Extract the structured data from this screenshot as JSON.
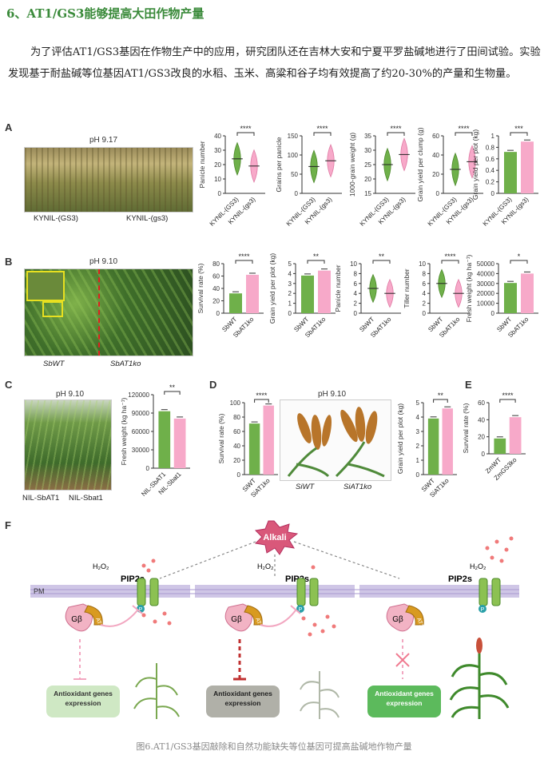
{
  "heading": "6、AT1/GS3能够提高大田作物产量",
  "paragraph": "为了评估AT1/GS3基因在作物生产中的应用，研究团队还在吉林大安和宁夏平罗盐碱地进行了田间试验。实验发现基于耐盐碱等位基因AT1/GS3改良的水稻、玉米、高粱和谷子均有效提高了约20-30%的产量和生物量。",
  "panels": {
    "A": {
      "label": "A",
      "ph": "pH 9.17",
      "left_caption": "KYNIL-(GS3)",
      "right_caption": "KYNIL-(gs3)"
    },
    "B": {
      "label": "B",
      "ph": "pH 9.10",
      "left_caption": "SbWT",
      "right_caption": "SbAT1ko"
    },
    "C": {
      "label": "C",
      "ph": "pH 9.10",
      "left_caption": "NIL-SbAT1",
      "right_caption": "NIL-Sbat1"
    },
    "D": {
      "label": "D",
      "ph": "pH 9.10",
      "left_caption": "SiWT",
      "right_caption": "SiAT1ko"
    },
    "E": {
      "label": "E"
    },
    "F": {
      "label": "F",
      "alkali": "Alkali",
      "h2o2": "H₂O₂",
      "pm": "PM",
      "pip2s": "PIP2s",
      "gb": "Gβ",
      "at1": "AT1",
      "p": "P",
      "box1": "Antioxidant genes expression",
      "box2": "Antioxidant genes expression",
      "box3": "Antioxidant genes expression"
    }
  },
  "chart_data": [
    {
      "type": "violin",
      "panel": "A",
      "ylabel": "Panicle number",
      "ylim": [
        0,
        40
      ],
      "ticks": [
        0,
        10,
        20,
        30,
        40
      ],
      "categories": [
        "KYNIL-(GS3)",
        "KYNIL-(gs3)"
      ],
      "medians": [
        24,
        19
      ],
      "sig": "****"
    },
    {
      "type": "violin",
      "panel": "A",
      "ylabel": "Grains per panicle",
      "ylim": [
        0,
        150
      ],
      "ticks": [
        0,
        50,
        100,
        150
      ],
      "categories": [
        "KYNIL-(GS3)",
        "KYNIL-(gs3)"
      ],
      "medians": [
        70,
        85
      ],
      "sig": "****"
    },
    {
      "type": "violin",
      "panel": "A",
      "ylabel": "1000-grain weight (g)",
      "ylim": [
        15,
        35
      ],
      "ticks": [
        15,
        20,
        25,
        30,
        35
      ],
      "categories": [
        "KYNIL-(GS3)",
        "KYNIL-(gs3)"
      ],
      "medians": [
        25,
        28.5
      ],
      "sig": "****"
    },
    {
      "type": "violin",
      "panel": "A",
      "ylabel": "Grain yield per clump (g)",
      "ylim": [
        0,
        60
      ],
      "ticks": [
        0,
        20,
        40,
        60
      ],
      "categories": [
        "KYNIL-(GS3)",
        "KYNIL-(gs3)"
      ],
      "medians": [
        25,
        33
      ],
      "sig": "****"
    },
    {
      "type": "bar",
      "panel": "A",
      "ylabel": "Grain yield per plot (kg)",
      "ylim": [
        0,
        1.0
      ],
      "ticks": [
        0.0,
        0.2,
        0.4,
        0.6,
        0.8,
        1.0
      ],
      "categories": [
        "KYNIL-(GS3)",
        "KYNIL-(gs3)"
      ],
      "values": [
        0.72,
        0.9
      ],
      "sig": "***"
    },
    {
      "type": "bar",
      "panel": "B",
      "ylabel": "Survival rate (%)",
      "ylim": [
        0,
        80
      ],
      "ticks": [
        0,
        20,
        40,
        60,
        80
      ],
      "categories": [
        "SbWT",
        "SbAT1ko"
      ],
      "values": [
        32,
        62
      ],
      "sig": "****"
    },
    {
      "type": "bar",
      "panel": "B",
      "ylabel": "Grain yield per plot (kg)",
      "ylim": [
        0,
        5
      ],
      "ticks": [
        0,
        1,
        2,
        3,
        4,
        5
      ],
      "categories": [
        "SbWT",
        "SbAT1ko"
      ],
      "values": [
        3.8,
        4.3
      ],
      "sig": "**"
    },
    {
      "type": "violin",
      "panel": "B",
      "ylabel": "Panicle number",
      "ylim": [
        0,
        10
      ],
      "ticks": [
        0,
        2,
        4,
        6,
        8,
        10
      ],
      "categories": [
        "SbWT",
        "SbAT1ko"
      ],
      "medians": [
        5,
        4
      ],
      "sig": "**"
    },
    {
      "type": "violin",
      "panel": "B",
      "ylabel": "Tiller number",
      "ylim": [
        0,
        10
      ],
      "ticks": [
        0,
        2,
        4,
        6,
        8,
        10
      ],
      "categories": [
        "SbWT",
        "SbAT1ko"
      ],
      "medians": [
        6,
        4
      ],
      "sig": "****"
    },
    {
      "type": "bar",
      "panel": "B",
      "ylabel": "Fresh weight (kg ha⁻¹)",
      "ylim": [
        0,
        50000
      ],
      "ticks": [
        0,
        10000,
        20000,
        30000,
        40000,
        50000
      ],
      "categories": [
        "SbWT",
        "SbAT1ko"
      ],
      "values": [
        30500,
        40000
      ],
      "sig": "*"
    },
    {
      "type": "bar",
      "panel": "C",
      "ylabel": "Fresh weight (kg ha⁻¹)",
      "ylim": [
        0,
        120000
      ],
      "ticks": [
        0,
        30000,
        60000,
        90000,
        120000
      ],
      "categories": [
        "NIL-SbAT1",
        "NIL-Sbat1"
      ],
      "values": [
        93000,
        81000
      ],
      "sig": "**"
    },
    {
      "type": "bar",
      "panel": "D",
      "ylabel": "Survival rate (%)",
      "ylim": [
        0,
        100
      ],
      "ticks": [
        0,
        20,
        40,
        60,
        80,
        100
      ],
      "categories": [
        "SiWT",
        "SiAT1ko"
      ],
      "values": [
        71,
        96
      ],
      "sig": "****"
    },
    {
      "type": "bar",
      "panel": "D",
      "ylabel": "Grain yield per plot (kg)",
      "ylim": [
        0,
        5
      ],
      "ticks": [
        0,
        1,
        2,
        3,
        4,
        5
      ],
      "categories": [
        "SiWT",
        "SiAT1ko"
      ],
      "values": [
        3.9,
        4.6
      ],
      "sig": "**"
    },
    {
      "type": "bar",
      "panel": "E",
      "ylabel": "Survival rate (%)",
      "ylim": [
        0,
        60
      ],
      "ticks": [
        0,
        20,
        40,
        60
      ],
      "categories": [
        "ZmWT",
        "ZmGS3ko"
      ],
      "values": [
        18,
        43
      ],
      "sig": "****"
    }
  ],
  "colors": {
    "green": "#6fb04a",
    "pink": "#f7a9c9",
    "heading": "#3a8a3a"
  },
  "caption": "图6.AT1/GS3基因敲除和自然功能缺失等位基因可提高盐碱地作物产量"
}
